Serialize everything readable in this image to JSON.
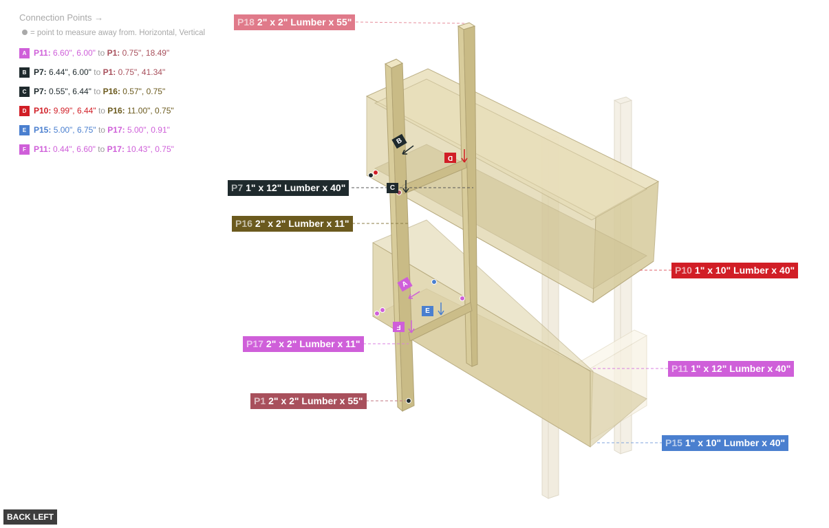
{
  "panel": {
    "title": "Connection Points →",
    "legend": "= point to measure away from. Horizontal, Vertical"
  },
  "connections": [
    {
      "id": "A",
      "color": "#cf5fd9",
      "from_part": "P11",
      "from_val": "6.60\", 6.00\"",
      "to_part": "P1",
      "to_val": "0.75\", 18.49\"",
      "from_color": "#cf5fd9",
      "to_color": "#a8505c"
    },
    {
      "id": "B",
      "color": "#1f2a2d",
      "from_part": "P7",
      "from_val": "6.44\", 6.00\"",
      "to_part": "P1",
      "to_val": "0.75\", 41.34\"",
      "from_color": "#1f2a2d",
      "to_color": "#a8505c"
    },
    {
      "id": "C",
      "color": "#1f2a2d",
      "from_part": "P7",
      "from_val": "0.55\", 6.44\"",
      "to_part": "P16",
      "to_val": "0.57\", 0.75\"",
      "from_color": "#1f2a2d",
      "to_color": "#6b5a1e"
    },
    {
      "id": "D",
      "color": "#d11e26",
      "from_part": "P10",
      "from_val": "9.99\", 6.44\"",
      "to_part": "P16",
      "to_val": "11.00\", 0.75\"",
      "from_color": "#d11e26",
      "to_color": "#6b5a1e"
    },
    {
      "id": "E",
      "color": "#4a7fcf",
      "from_part": "P15",
      "from_val": "5.00\", 6.75\"",
      "to_part": "P17",
      "to_val": "5.00\", 0.91\"",
      "from_color": "#4a7fcf",
      "to_color": "#cf5fd9"
    },
    {
      "id": "F",
      "color": "#cf5fd9",
      "from_part": "P11",
      "from_val": "0.44\", 6.60\"",
      "to_part": "P17",
      "to_val": "10.43\", 0.75\"",
      "from_color": "#cf5fd9",
      "to_color": "#cf5fd9"
    }
  ],
  "to_word": "to",
  "parts": [
    {
      "key": "p18",
      "id": "P18",
      "desc": "2\" x 2\" Lumber x 55\"",
      "color": "#e07a8a"
    },
    {
      "key": "p7",
      "id": "P7",
      "desc": "1\" x 12\" Lumber  x 40\"",
      "color": "#1f2a2d"
    },
    {
      "key": "p16",
      "id": "P16",
      "desc": "2\" x 2\" Lumber x 11\"",
      "color": "#6b5a1e"
    },
    {
      "key": "p10",
      "id": "P10",
      "desc": "1\" x 10\" Lumber  x 40\"",
      "color": "#d11e26"
    },
    {
      "key": "p17",
      "id": "P17",
      "desc": "2\" x 2\" Lumber x 11\"",
      "color": "#cf5fd9"
    },
    {
      "key": "p11",
      "id": "P11",
      "desc": "1\" x 12\" Lumber  x 40\"",
      "color": "#cf5fd9"
    },
    {
      "key": "p1",
      "id": "P1",
      "desc": "2\" x 2\" Lumber x 55\"",
      "color": "#a8505c"
    },
    {
      "key": "p15",
      "id": "P15",
      "desc": "1\" x 10\" Lumber  x 40\"",
      "color": "#4a7fcf"
    }
  ],
  "markers": [
    {
      "id": "A",
      "color": "#cf5fd9"
    },
    {
      "id": "B",
      "color": "#1f2a2d"
    },
    {
      "id": "C",
      "color": "#1f2a2d"
    },
    {
      "id": "D",
      "color": "#d11e26"
    },
    {
      "id": "E",
      "color": "#4a7fcf"
    },
    {
      "id": "F",
      "color": "#cf5fd9"
    }
  ],
  "footer": {
    "back_label": "BACK LEFT"
  }
}
